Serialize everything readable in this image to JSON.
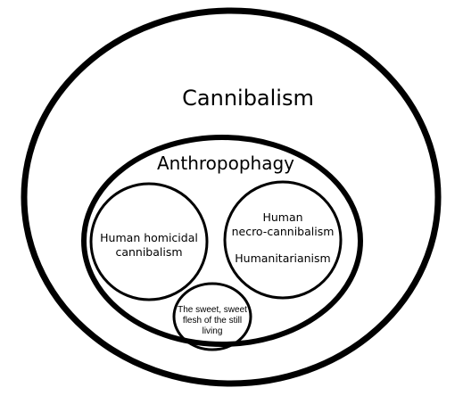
{
  "diagram": {
    "outer": {
      "label": "Cannibalism"
    },
    "middle": {
      "label": "Anthropophagy"
    },
    "left": {
      "line1": "Human homicidal",
      "line2": "cannibalism"
    },
    "right": {
      "line1": "Human",
      "line2": "necro-cannibalism",
      "line3": "Humanitarianism"
    },
    "bottom": {
      "line1": "The sweet, sweet",
      "line2": "flesh of the still",
      "line3": "living"
    }
  }
}
